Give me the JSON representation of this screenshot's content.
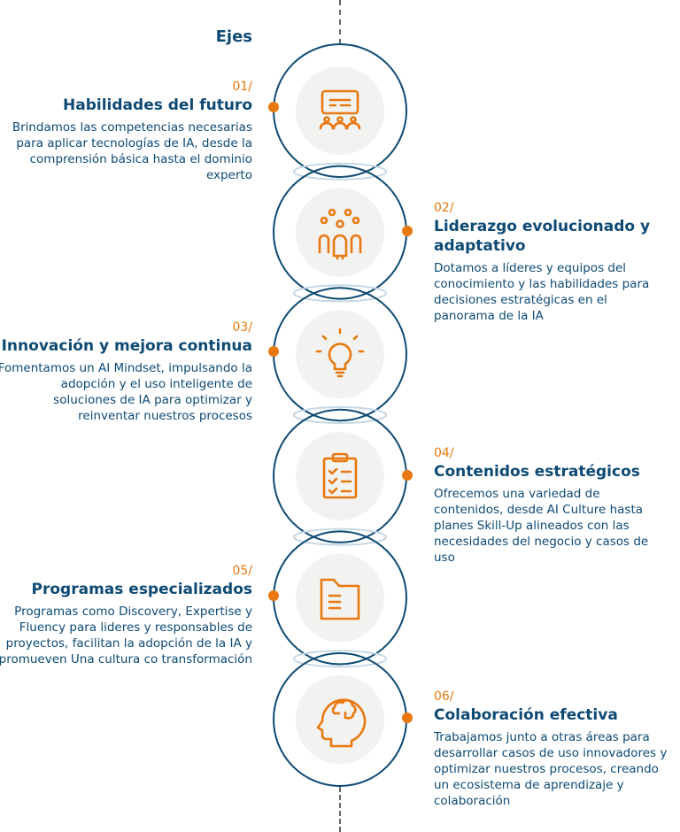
{
  "title": "Ejes",
  "colors": {
    "navy": "#0d4a73",
    "orange": "#e8780f",
    "grey": "#f2f2f1"
  },
  "items": [
    {
      "num": "01/",
      "title": "Habilidades del futuro",
      "desc": "Brindamos las competencias necesarias para aplicar tecnologías de IA, desde la comprensión básica hasta el dominio experto",
      "icon": "presentation-icon"
    },
    {
      "num": "02/",
      "title": "Liderazgo evolucionado y adaptativo",
      "desc": "Dotamos a líderes y equipos del conocimiento y las habilidades para decisiones estratégicas en el panorama de la IA",
      "icon": "team-icon"
    },
    {
      "num": "03/",
      "title": "Innovación y mejora continua",
      "desc": "Fomentamos un AI Mindset, impulsando la adopción y el uso inteligente de soluciones de IA para optimizar y reinventar nuestros procesos",
      "icon": "lightbulb-icon"
    },
    {
      "num": "04/",
      "title": "Contenidos estratégicos",
      "desc": "Ofrecemos una variedad de contenidos, desde AI Culture hasta planes Skill-Up alineados con las necesidades del negocio y casos de uso",
      "icon": "clipboard-checklist-icon"
    },
    {
      "num": "05/",
      "title": "Programas especializados",
      "desc": "Programas como Discovery, Expertise y Fluency para lideres y responsables de proyectos, facilitan la adopción de la IA y promueven Una cultura co transformación",
      "icon": "folder-document-icon"
    },
    {
      "num": "06/",
      "title": "Colaboración efectiva",
      "desc": "Trabajamos junto a otras áreas para desarrollar casos de uso innovadores y optimizar nuestros procesos, creando un ecosistema de aprendizaje y colaboración",
      "icon": "brain-head-icon"
    }
  ]
}
